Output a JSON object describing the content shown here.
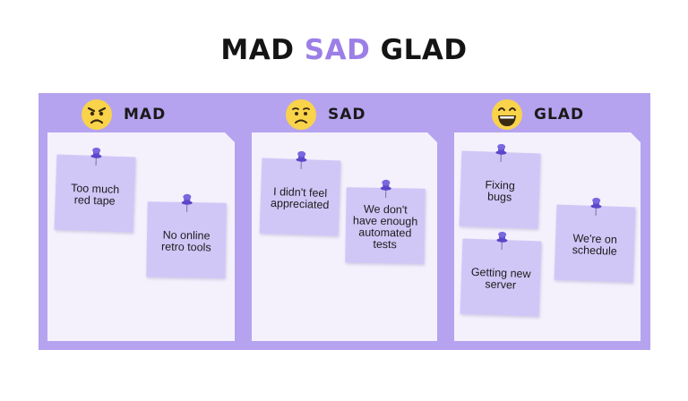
{
  "title": {
    "word1": "MAD",
    "word2": "SAD",
    "word3": "GLAD"
  },
  "colors": {
    "accent": "#9b7fe6",
    "board": "#b5a3ef",
    "panel": "#f4f1fc",
    "note": "#d1c7f7",
    "pin": "#6652d6",
    "face": "#f9d34a"
  },
  "columns": [
    {
      "label": "MAD",
      "icon": "angry-face-icon",
      "notes": [
        "Too much\nred tape",
        "No online\nretro tools"
      ]
    },
    {
      "label": "SAD",
      "icon": "sad-face-icon",
      "notes": [
        "I didn't feel\nappreciated",
        "We don't\nhave enough\nautomated\ntests"
      ]
    },
    {
      "label": "GLAD",
      "icon": "laughing-face-icon",
      "notes": [
        "Fixing\nbugs",
        "Getting new\nserver",
        "We're on\nschedule"
      ]
    }
  ]
}
